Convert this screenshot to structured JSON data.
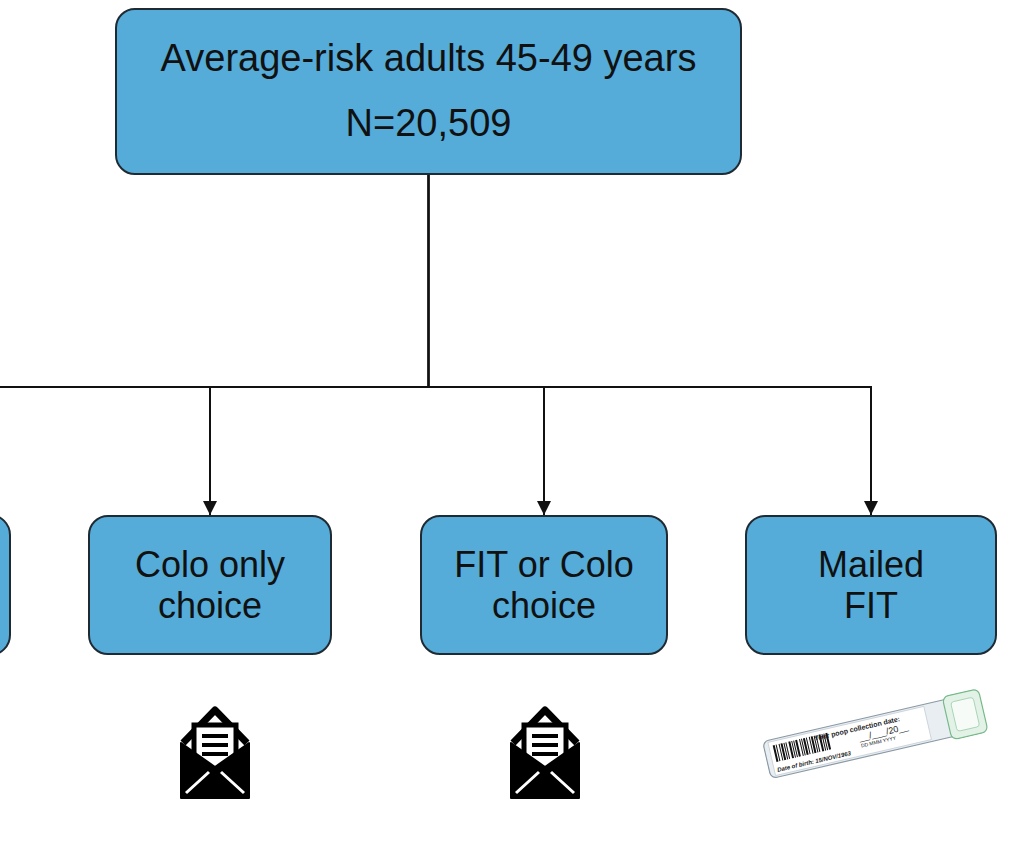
{
  "diagram": {
    "nodes": [
      {
        "text": [
          "Average-risk adults 45-49 years",
          "N=20,509"
        ]
      },
      {
        "text": [
          "Colo only choice"
        ]
      },
      {
        "text": [
          "FIT or Colo choice"
        ]
      },
      {
        "text": [
          "Mailed FIT"
        ]
      }
    ],
    "edges": [
      {
        "from": 0,
        "to": 1,
        "arrow": "to"
      },
      {
        "from": 0,
        "to": 2,
        "arrow": "to"
      },
      {
        "from": 0,
        "to": 3,
        "arrow": "to"
      }
    ],
    "labels": [
      "Your poop collection date:",
      "__/___/20__",
      "DD MMM YYYY",
      "Date of birth: 15/NOV/1963"
    ]
  }
}
